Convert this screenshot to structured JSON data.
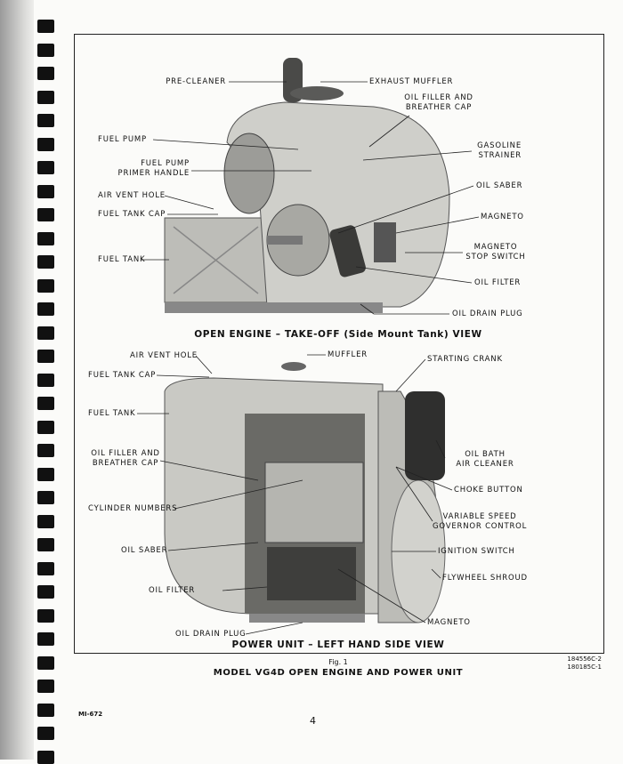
{
  "top_figure": {
    "caption": "OPEN ENGINE – TAKE-OFF (Side Mount Tank) VIEW",
    "labels": {
      "pre_cleaner": "PRE-CLEANER",
      "exhaust_muffler": "EXHAUST MUFFLER",
      "oil_filler_1": "OIL FILLER AND",
      "oil_filler_2": "BREATHER CAP",
      "fuel_pump": "FUEL PUMP",
      "primer_1": "FUEL PUMP",
      "primer_2": "PRIMER HANDLE",
      "gasoline_1": "GASOLINE",
      "gasoline_2": "STRAINER",
      "air_vent_hole": "AIR VENT HOLE",
      "oil_saber": "OIL SABER",
      "fuel_tank_cap": "FUEL TANK CAP",
      "magneto": "MAGNETO",
      "stop_1": "MAGNETO",
      "stop_2": "STOP SWITCH",
      "fuel_tank": "FUEL TANK",
      "oil_filter": "OIL FILTER",
      "oil_drain_plug": "OIL DRAIN PLUG"
    }
  },
  "bottom_figure": {
    "caption": "POWER UNIT – LEFT HAND SIDE VIEW",
    "labels": {
      "air_vent_hole": "AIR VENT HOLE",
      "muffler": "MUFFLER",
      "starting_crank": "STARTING CRANK",
      "fuel_tank_cap": "FUEL TANK CAP",
      "fuel_tank": "FUEL TANK",
      "oil_bath_1": "OIL BATH",
      "oil_bath_2": "AIR CLEANER",
      "oil_filler_1": "OIL FILLER AND",
      "oil_filler_2": "BREATHER CAP",
      "choke_button": "CHOKE BUTTON",
      "cylinder_numbers": "CYLINDER NUMBERS",
      "governor_1": "VARIABLE SPEED",
      "governor_2": "GOVERNOR CONTROL",
      "oil_saber": "OIL SABER",
      "ignition_switch": "IGNITION SWITCH",
      "flywheel_shroud": "FLYWHEEL SHROUD",
      "oil_filter": "OIL FILTER",
      "magneto": "MAGNETO",
      "oil_drain_plug": "OIL DRAIN PLUG"
    }
  },
  "figure": {
    "number": "Fig. 1",
    "title": "MODEL VG4D OPEN ENGINE AND POWER UNIT",
    "code_1": "184556C-2",
    "code_2": "180185C-1"
  },
  "footer": {
    "doc_code": "MI-672",
    "page_number": "4"
  }
}
